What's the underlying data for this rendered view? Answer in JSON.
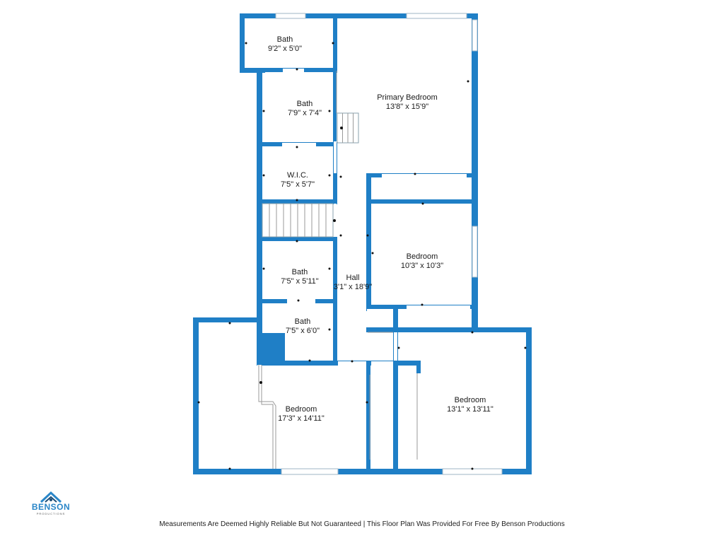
{
  "rooms": [
    {
      "name": "Bath",
      "size": "9'2\" x 5'0\""
    },
    {
      "name": "Bath",
      "size": "7'9\" x 7'4\""
    },
    {
      "name": "Primary Bedroom",
      "size": "13'8\" x 15'9\""
    },
    {
      "name": "W.I.C.",
      "size": "7'5\" x 5'7\""
    },
    {
      "name": "Bedroom",
      "size": "10'3\" x 10'3\""
    },
    {
      "name": "Bath",
      "size": "7'5\" x 5'11\""
    },
    {
      "name": "Hall",
      "size": "3'1\" x 18'9\""
    },
    {
      "name": "Bath",
      "size": "7'5\" x 6'0\""
    },
    {
      "name": "Bedroom",
      "size": "17'3\" x 14'11\""
    },
    {
      "name": "Bedroom",
      "size": "13'1\" x 13'11\""
    }
  ],
  "logo": {
    "brand": "BENSON",
    "tagline": "PRODUCTIONS"
  },
  "footer": "Measurements Are Deemed Highly Reliable But Not Guaranteed | This Floor Plan Was Provided For Free By Benson Productions",
  "colors": {
    "wall": "#1f7fc6",
    "background": "#ffffff"
  }
}
